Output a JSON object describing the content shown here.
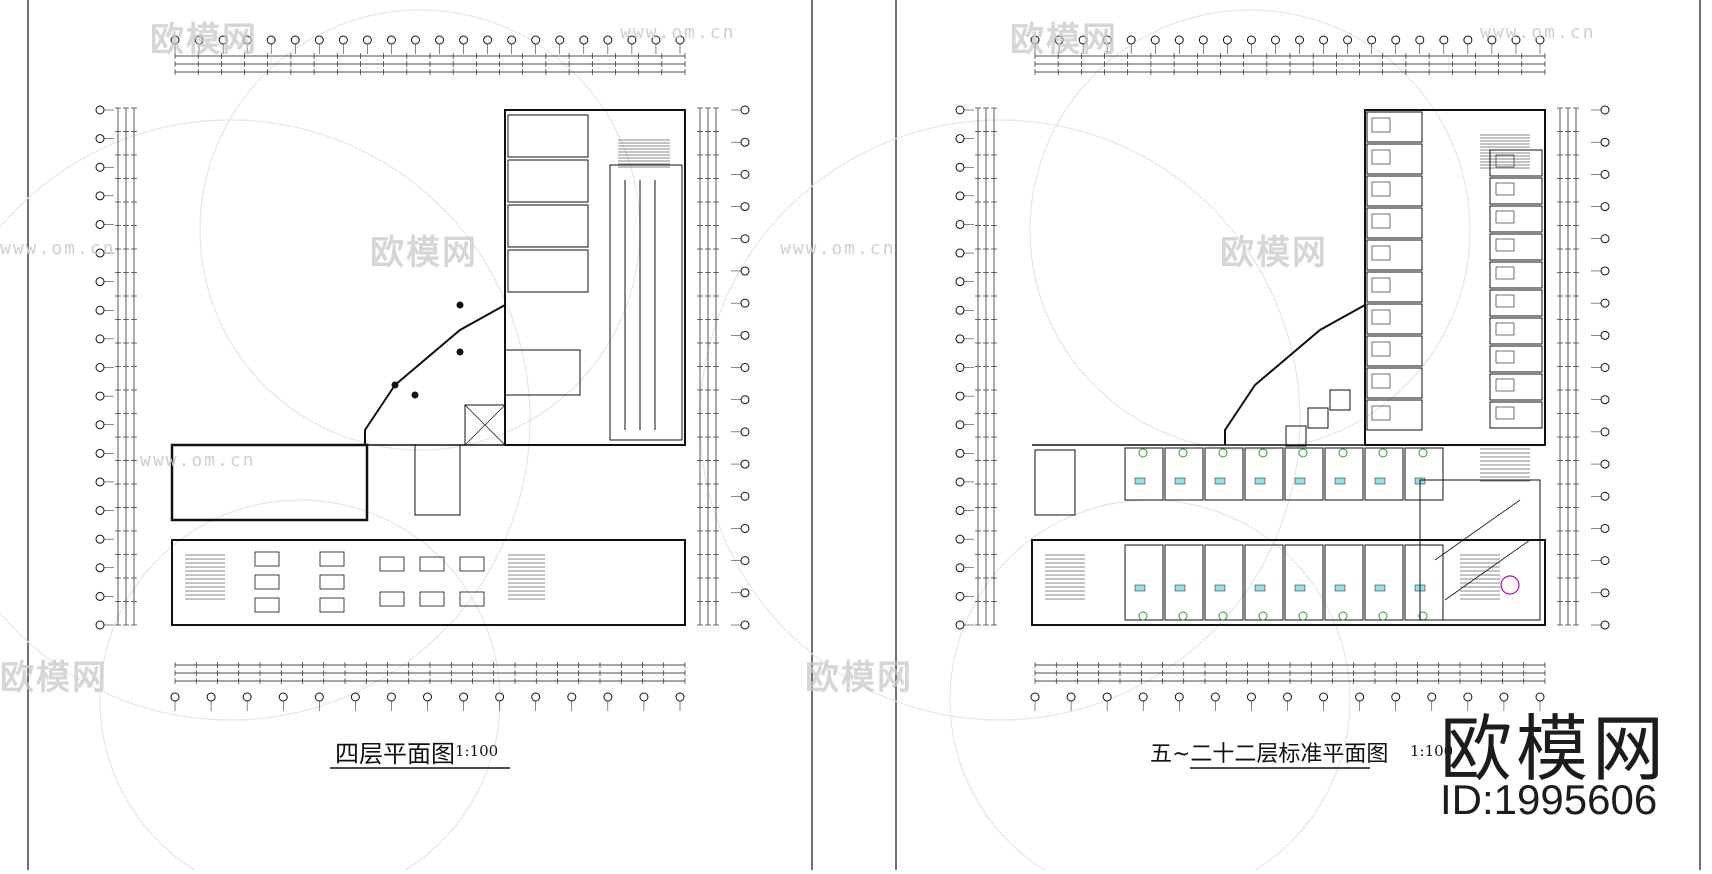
{
  "left_plan": {
    "title": "四层平面图",
    "scale": "1:100"
  },
  "right_plan": {
    "title": "五~二十二层标准平面图",
    "scale": "1:100"
  },
  "watermark": {
    "text": "欧模网",
    "url": "www.om.cn"
  },
  "brand": {
    "name": "欧模网",
    "id": "ID:1995606"
  }
}
